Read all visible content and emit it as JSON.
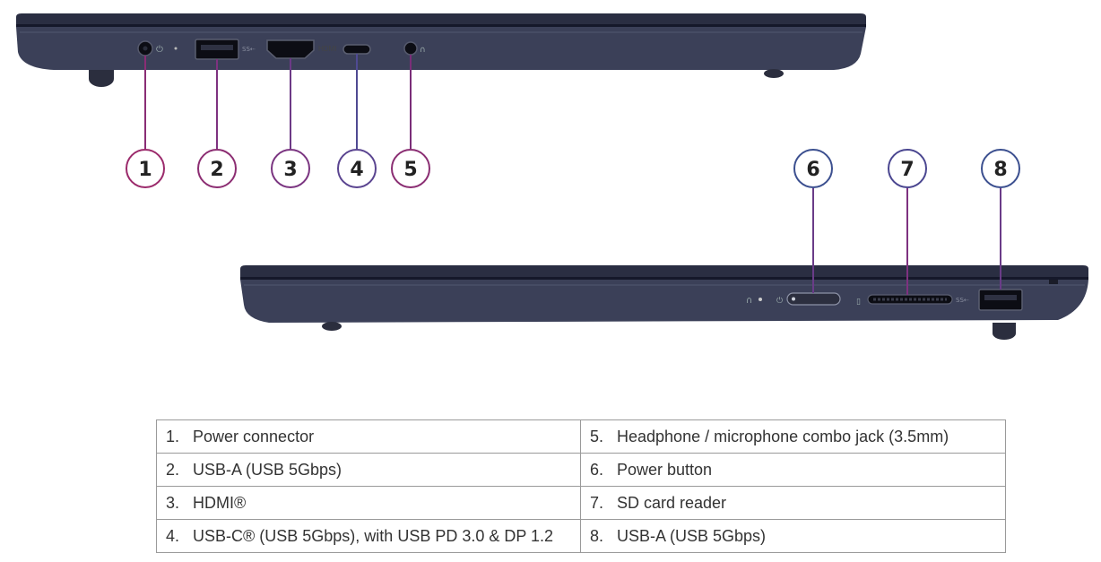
{
  "colors": {
    "body": "#3a3f57",
    "body_dark": "#1e2132",
    "body_top": "#5a5f78",
    "callout_left": "#9b2a6b",
    "callout_right": "#3b4f8f"
  },
  "port_labels": {
    "hdmi": "HDMI"
  },
  "callouts": [
    {
      "num": "1",
      "icon": "power-connector"
    },
    {
      "num": "2",
      "icon": "usb-a-port"
    },
    {
      "num": "3",
      "icon": "hdmi-port"
    },
    {
      "num": "4",
      "icon": "usb-c-port"
    },
    {
      "num": "5",
      "icon": "audio-jack"
    },
    {
      "num": "6",
      "icon": "power-button"
    },
    {
      "num": "7",
      "icon": "sd-card-slot"
    },
    {
      "num": "8",
      "icon": "usb-a-port"
    }
  ],
  "legend": {
    "rows": [
      {
        "left_num": "1.",
        "left_text": "Power connector",
        "right_num": "5.",
        "right_text": "Headphone / microphone combo jack (3.5mm)"
      },
      {
        "left_num": "2.",
        "left_text": "USB-A (USB 5Gbps)",
        "right_num": "6.",
        "right_text": "Power button"
      },
      {
        "left_num": "3.",
        "left_text": "HDMI®",
        "right_num": "7.",
        "right_text": "SD card reader"
      },
      {
        "left_num": "4.",
        "left_text": "USB-C® (USB 5Gbps), with USB PD 3.0 & DP 1.2",
        "right_num": "8.",
        "right_text": "USB-A (USB 5Gbps)"
      }
    ]
  }
}
